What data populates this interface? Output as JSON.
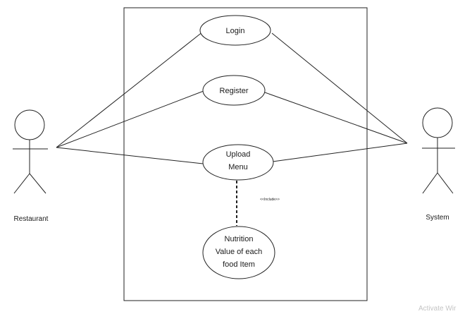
{
  "actors": {
    "restaurant": {
      "label": "Restaurant"
    },
    "system": {
      "label": "System"
    }
  },
  "use_cases": {
    "login": {
      "lines": [
        "Login"
      ]
    },
    "register": {
      "lines": [
        "Register"
      ]
    },
    "upload_menu": {
      "lines": [
        "Upload",
        "Menu"
      ]
    },
    "nutrition": {
      "lines": [
        "Nutrition",
        "Value of each",
        "food Item"
      ]
    }
  },
  "relationships": {
    "include_label": "<<Include>>"
  },
  "watermark": "Activate Wir"
}
